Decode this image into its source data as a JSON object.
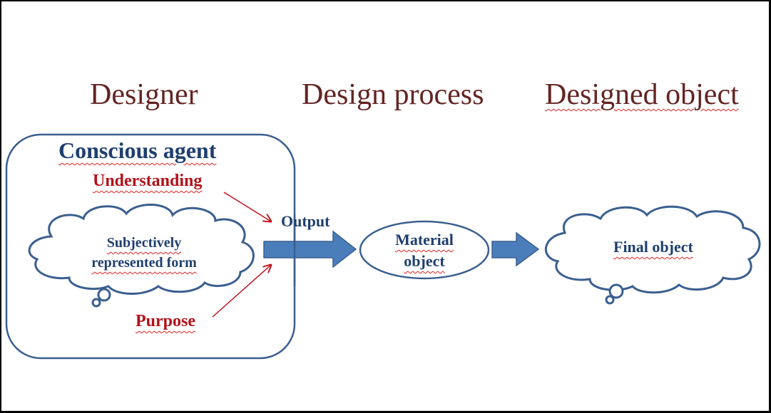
{
  "headings": {
    "designer": "Designer",
    "design_process": "Design process",
    "designed_object": "Designed object"
  },
  "agent_box": {
    "title": "Conscious agent",
    "understanding": "Understanding",
    "purpose": "Purpose",
    "thought_cloud": {
      "line1": "Subjectively",
      "line2": "represented form"
    }
  },
  "process": {
    "output_label": "Output",
    "material_object": {
      "line1": "Material",
      "line2": "object"
    }
  },
  "result": {
    "final_object": "Final object"
  },
  "colors": {
    "heading": "#632523",
    "blue_text": "#1f3f6e",
    "red_text": "#b3121a",
    "outline": "#3b5f8f",
    "arrow_fill": "#4a7ebb",
    "red_arrow": "#c0141c"
  }
}
